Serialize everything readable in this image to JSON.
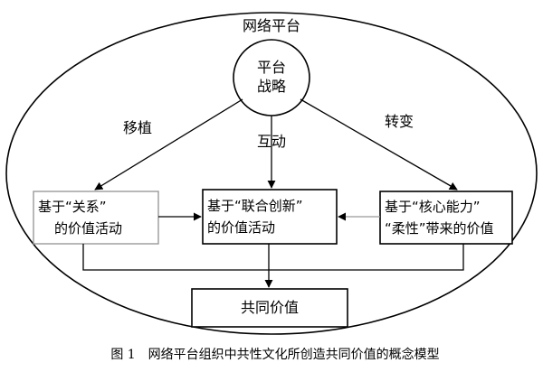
{
  "diagram": {
    "outer_label": "网络平台",
    "center_circle": [
      "平台",
      "战略"
    ],
    "edge_labels": {
      "left": "移植",
      "middle": "互动",
      "right": "转变"
    },
    "boxes": {
      "left": [
        "基于“关系”",
        "的价值活动"
      ],
      "middle": [
        "基于“联合创新”",
        "的价值活动"
      ],
      "right": [
        "基于“核心能力”",
        "“柔性”带来的价值"
      ],
      "bottom": "共同价值"
    },
    "caption": "图 1　网络平台组织中共性文化所创造共同价值的概念模型"
  }
}
